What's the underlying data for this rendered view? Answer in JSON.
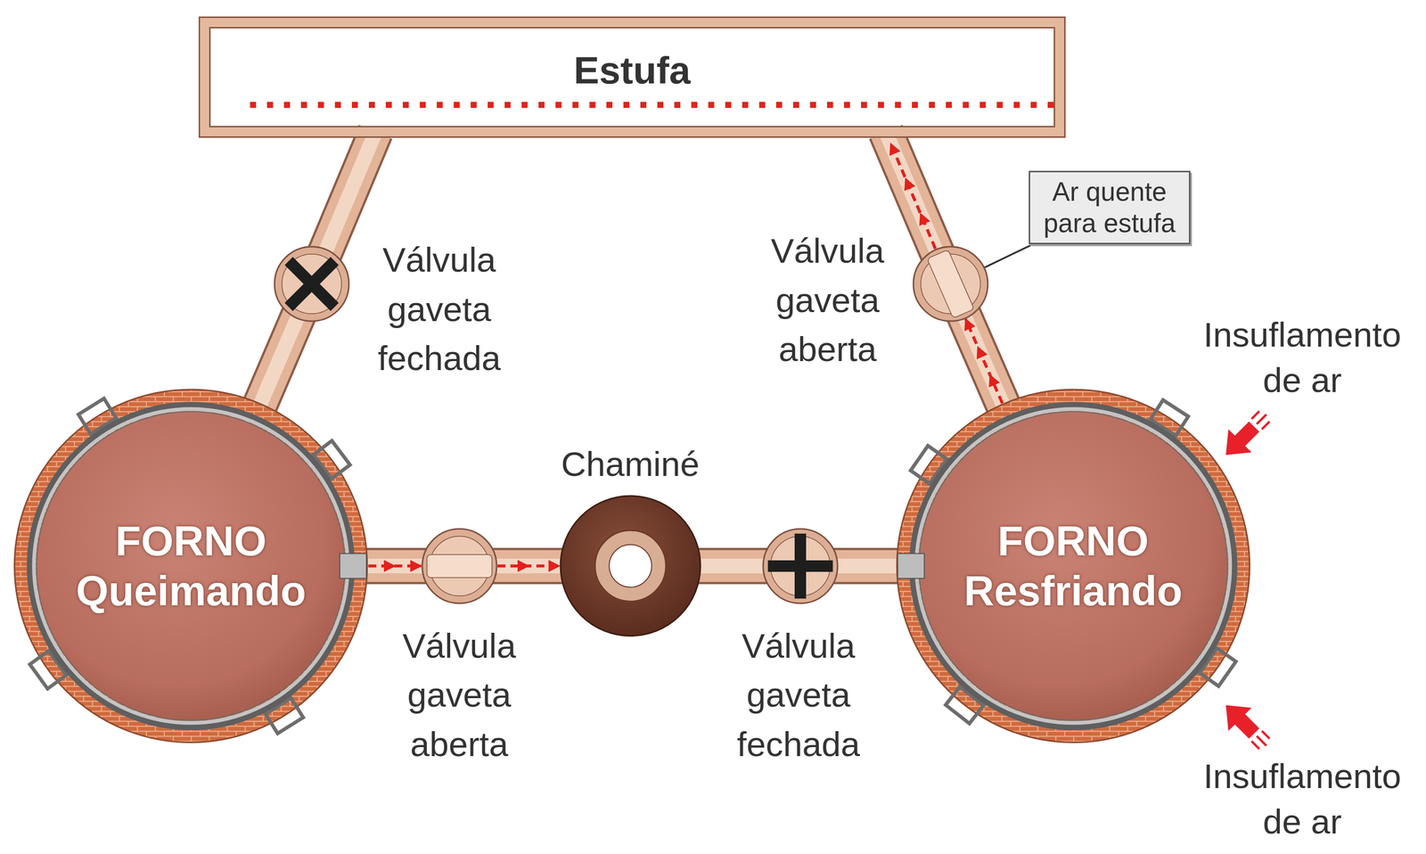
{
  "diagram": {
    "nodes": [
      {
        "text": [
          "Estufa"
        ]
      },
      {
        "text": [
          "Ar quente para estufa"
        ]
      },
      {
        "text": [
          "Válvula gaveta fechada"
        ]
      },
      {
        "text": [
          "Válvula gaveta aberta"
        ]
      },
      {
        "text": [
          "FORNO Queimando"
        ]
      },
      {
        "text": [
          "Válvula gaveta aberta"
        ]
      },
      {
        "text": [
          "Chaminé"
        ]
      },
      {
        "text": [
          "Válvula gaveta fechada"
        ]
      },
      {
        "text": [
          "FORNO Resfriando"
        ]
      }
    ],
    "edges": [
      {
        "from": 4,
        "to": 2,
        "arrow": "none"
      },
      {
        "from": 2,
        "to": 0,
        "arrow": "none"
      },
      {
        "from": 8,
        "to": 3,
        "arrow": "to"
      },
      {
        "from": 3,
        "to": 0,
        "arrow": "to"
      },
      {
        "from": 1,
        "to": 3,
        "arrow": "none"
      },
      {
        "from": 4,
        "to": 5,
        "arrow": "to"
      },
      {
        "from": 5,
        "to": 6,
        "arrow": "to"
      },
      {
        "from": 6,
        "to": 7,
        "arrow": "none"
      },
      {
        "from": 7,
        "to": 8,
        "arrow": "none"
      }
    ],
    "labels": [
      "Insuflamento de ar",
      "Insuflamento de ar"
    ]
  }
}
